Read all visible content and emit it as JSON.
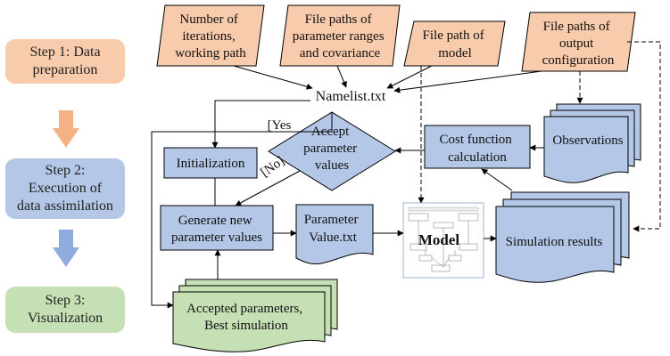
{
  "steps": [
    {
      "label": "Step 1: Data\npreparation",
      "color": "#f8cbad"
    },
    {
      "label": "Step 2:\nExecution of\ndata assimilation",
      "color": "#b4c7e7"
    },
    {
      "label": "Step 3:\nVisualization",
      "color": "#c5e0b4"
    }
  ],
  "inputs": {
    "iterations": [
      "Number of",
      "iterations,",
      "working path"
    ],
    "param_paths": [
      "File paths of",
      "parameter ranges",
      "and covariance"
    ],
    "model_path": [
      "File path of",
      "model"
    ],
    "output_paths": [
      "File paths of",
      "output",
      "configuration"
    ]
  },
  "namelist": "Namelist.txt",
  "decision": [
    "Accept",
    "parameter",
    "values"
  ],
  "yes_label": "[Yes",
  "no_label": "[No]",
  "initialization": "Initialization",
  "generate": [
    "Generate new",
    "parameter values"
  ],
  "param_file": [
    "Parameter",
    "Value.txt"
  ],
  "model_label": "Model",
  "cost_function": [
    "Cost function",
    "calculation"
  ],
  "observations": "Observations",
  "simulation_results": "Simulation results",
  "accepted": [
    "Accepted parameters,",
    "Best simulation"
  ],
  "colors": {
    "orange": "#f8cbad",
    "blue": "#b4c7e7",
    "green": "#c5e0b4",
    "arrow_orange": "#f4b183",
    "arrow_blue": "#8faadc",
    "stroke": "#000000"
  }
}
